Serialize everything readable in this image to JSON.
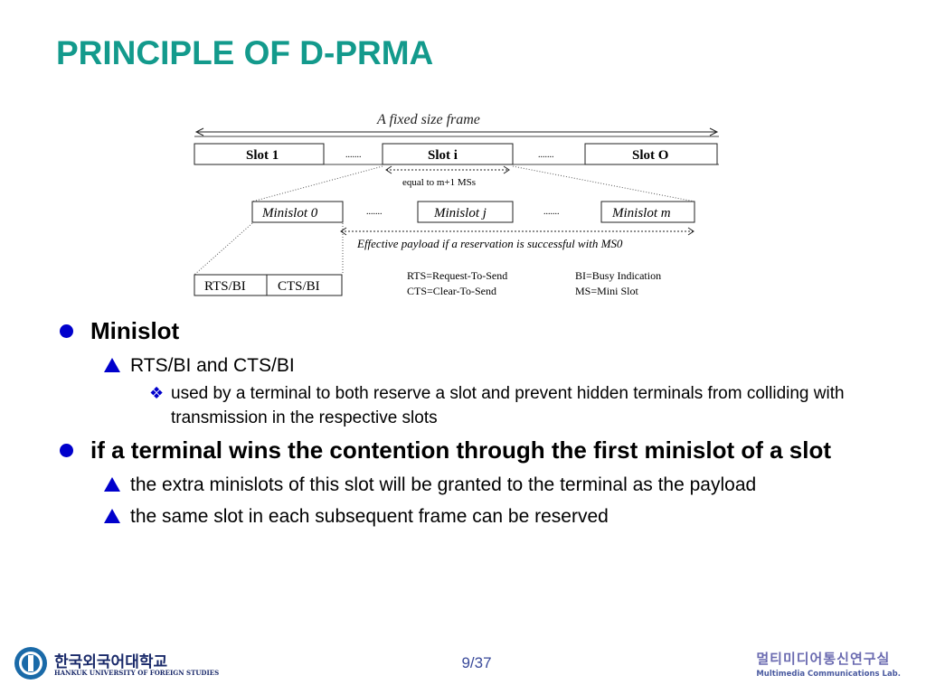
{
  "slide": {
    "title": "PRINCIPLE OF D-PRMA",
    "page": "9/37"
  },
  "diagram": {
    "frame_label": "A fixed size frame",
    "slot_labels": [
      "Slot 1",
      "Slot i",
      "Slot O"
    ],
    "equal_label": "equal to m+1 MSs",
    "minislot_labels": [
      "Minislot 0",
      "Minislot j",
      "Minislot m"
    ],
    "payload_label": "Effective payload if a reservation is successful with MS0",
    "sub_labels": [
      "RTS/BI",
      "CTS/BI"
    ],
    "legend": [
      "RTS=Request-To-Send",
      "CTS=Clear-To-Send",
      "BI=Busy Indication",
      "MS=Mini Slot"
    ],
    "dots": "......."
  },
  "bullets": {
    "b1": {
      "text": "Minislot",
      "sub": "RTS/BI and CTS/BI",
      "subsub": "used by a terminal to both reserve a slot and prevent hidden terminals from colliding with transmission in the respective slots"
    },
    "b2": {
      "text": "if a terminal wins the contention through the first minislot of a slot",
      "subs": [
        "the extra minislots of this slot will be granted to the terminal as the payload",
        "the same slot in each subsequent frame can be reserved"
      ]
    }
  },
  "footer": {
    "left_kor": "한국외국어대학교",
    "left_eng": "HANKUK UNIVERSITY OF FOREIGN STUDIES",
    "right_kor": "멀티미디어통신연구실",
    "right_eng": "Multimedia Communications Lab."
  },
  "colors": {
    "title": "#139a8c",
    "bullet": "#0000cc"
  }
}
